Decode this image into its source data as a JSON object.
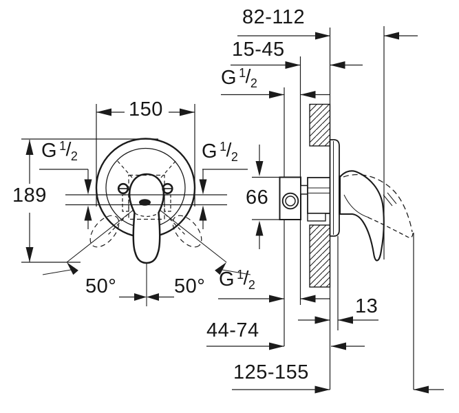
{
  "drawing": {
    "kind": "installation-dimension-drawing",
    "views": {
      "front_view": "single-lever mixer trim with round escutcheon and lever handle",
      "side_view": "wall cross-section with concealed valve body and lever"
    },
    "dimensions": {
      "wall_to_handle_tip": "82-112",
      "mounting_depth_range": "15-45",
      "escutcheon_diameter": "150",
      "overall_height": "189",
      "valve_body_height": "66",
      "escutcheon_projection": "13",
      "outlet_depth_range": "44-74",
      "wall_to_open_handle_tip": "125-155",
      "handle_swing_left": "50°",
      "handle_swing_right": "50°"
    },
    "thread_label": {
      "prefix": "G",
      "numerator": "1",
      "separator": "/",
      "denominator": "2"
    }
  }
}
